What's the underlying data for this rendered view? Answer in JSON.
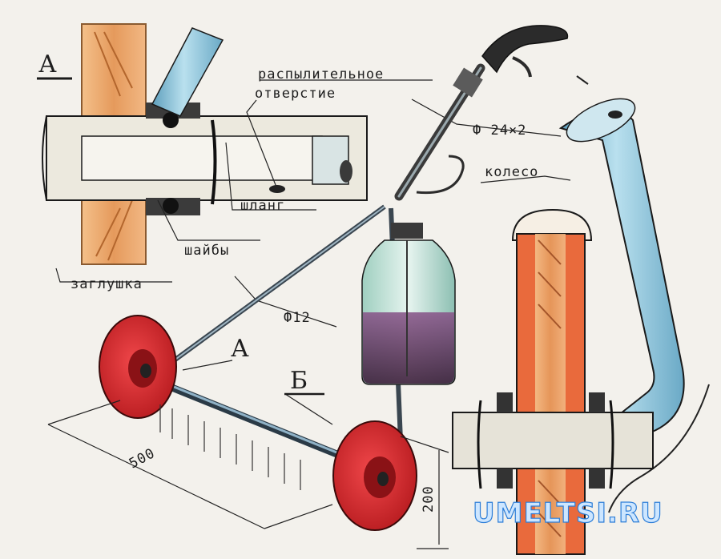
{
  "labels": {
    "section_a_top": "А",
    "spray_hole_line1": "распылительное",
    "spray_hole_line2": "отверстие",
    "diameter_tube": "Ф 24×2",
    "wheel": "колесо",
    "hose": "шланг",
    "washers": "шайбы",
    "plug": "заглушка",
    "diameter_rod": "Ф12",
    "section_a_mid": "А",
    "section_b": "Б",
    "dim_width": "500",
    "dim_height": "200"
  },
  "watermark": "UMELTSI.RU",
  "colors": {
    "wheel_red": "#d9262a",
    "wood_orange": "#e8a36a",
    "pipe_blue": "#8ec4d8",
    "handle_dark": "#2b2b2b",
    "ink": "#1a1a1a"
  }
}
